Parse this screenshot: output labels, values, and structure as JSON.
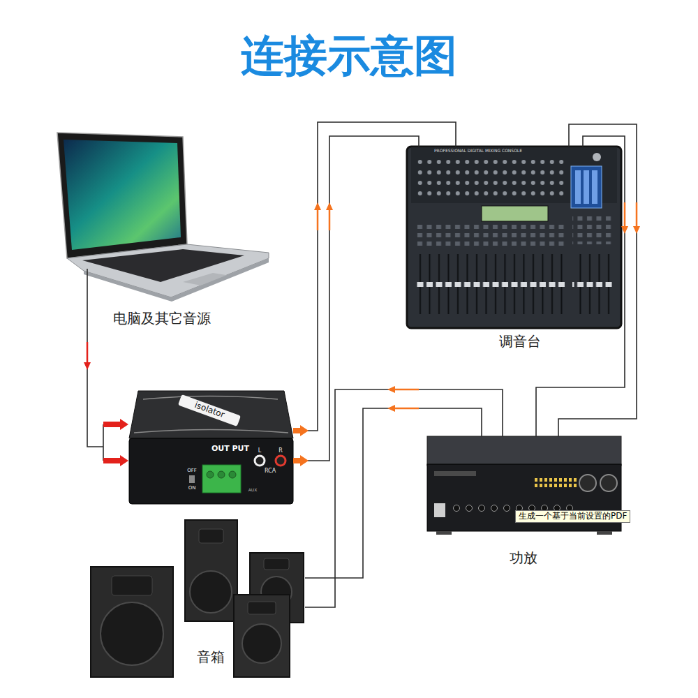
{
  "diagram": {
    "title": "连接示意图",
    "nodes": [
      {
        "text": [
          "电脑及其它音源"
        ]
      },
      {
        "text": [
          "调音台"
        ]
      },
      {
        "text": [
          "isolator",
          "OUT PUT"
        ]
      },
      {
        "text": [
          "功放"
        ]
      },
      {
        "text": [
          "音箱"
        ]
      }
    ],
    "edges": [
      {
        "from": 0,
        "to": 2,
        "arrow": "to"
      },
      {
        "from": 2,
        "to": 1,
        "arrow": "to"
      },
      {
        "from": 2,
        "to": 1,
        "arrow": "to"
      },
      {
        "from": 1,
        "to": 3,
        "arrow": "to"
      },
      {
        "from": 1,
        "to": 3,
        "arrow": "to"
      },
      {
        "from": 3,
        "to": 4,
        "arrow": "to"
      },
      {
        "from": 3,
        "to": 4,
        "arrow": "to"
      }
    ],
    "labels": [
      "PROFESSIONAL DIGITAL MIXING CONSOLE",
      "OFF",
      "ON",
      "L",
      "R",
      "RCA",
      "AUX",
      "生成一个基于当前设置的PDF"
    ]
  }
}
